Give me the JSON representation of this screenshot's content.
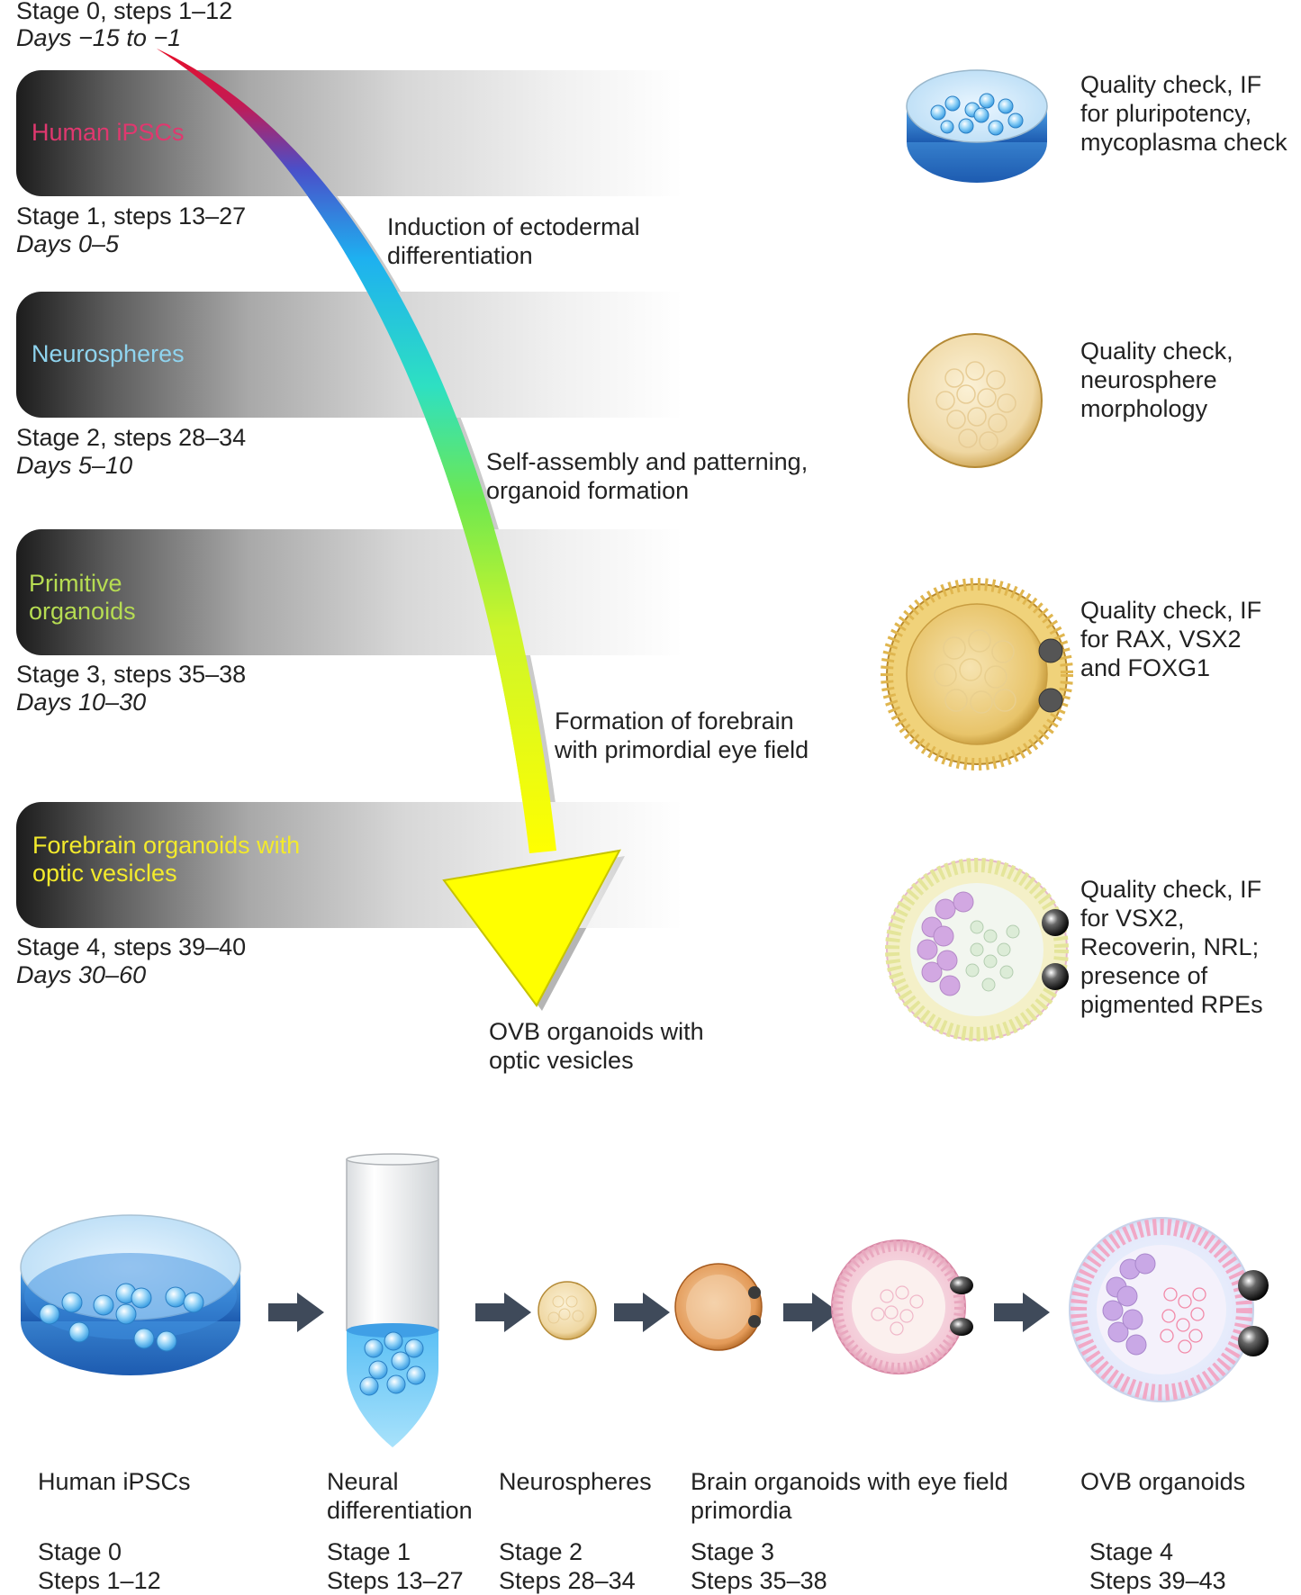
{
  "stages": [
    {
      "header": "Stage 0, steps 1–12",
      "days": "Days −15 to −1",
      "band_label": "Human iPSCs",
      "band_color": "#e0386f",
      "qc": [
        "Quality check, IF",
        "for pluripotency,",
        "mycoplasma check"
      ]
    },
    {
      "header": "Stage 1, steps 13–27",
      "days": "Days 0–5",
      "process": [
        "Induction of ectodermal",
        "differentiation"
      ],
      "band_label": "Neurospheres",
      "band_color": "#8fd4ef",
      "qc": [
        "Quality check,",
        "neurosphere",
        "morphology"
      ]
    },
    {
      "header": "Stage 2, steps 28–34",
      "days": "Days 5–10",
      "process": [
        "Self-assembly and patterning,",
        "organoid formation"
      ],
      "band_label": [
        "Primitive",
        "organoids"
      ],
      "band_color": "#b6dc52",
      "qc": [
        "Quality check, IF",
        "for RAX, VSX2",
        "and FOXG1"
      ]
    },
    {
      "header": "Stage 3, steps 35–38",
      "days": "Days 10–30",
      "process": [
        "Formation of forebrain",
        "with primordial eye field"
      ],
      "band_label": [
        "Forebrain organoids with",
        "optic vesicles"
      ],
      "band_color": "#f3ea2c",
      "qc": [
        "Quality check, IF",
        "for VSX2,",
        "Recoverin, NRL;",
        "presence of",
        "pigmented RPEs"
      ]
    },
    {
      "header": "Stage 4, steps 39–40",
      "days": "Days 30–60",
      "process": [
        "OVB organoids with",
        "optic vesicles"
      ]
    }
  ],
  "bottom": [
    {
      "name": [
        "Human iPSCs"
      ],
      "stage": "Stage 0",
      "steps": "Steps 1–12"
    },
    {
      "name": [
        "Neural",
        "differentiation"
      ],
      "stage": "Stage 1",
      "steps": "Steps 13–27"
    },
    {
      "name": [
        "Neurospheres"
      ],
      "stage": "Stage 2",
      "steps": "Steps 28–34"
    },
    {
      "name": [
        "Brain organoids with eye field",
        "primordia"
      ],
      "stage": "Stage 3",
      "steps": "Steps 35–38"
    },
    {
      "name": [
        "OVB organoids"
      ],
      "stage": "Stage 4",
      "steps": "Steps 39–43"
    }
  ]
}
